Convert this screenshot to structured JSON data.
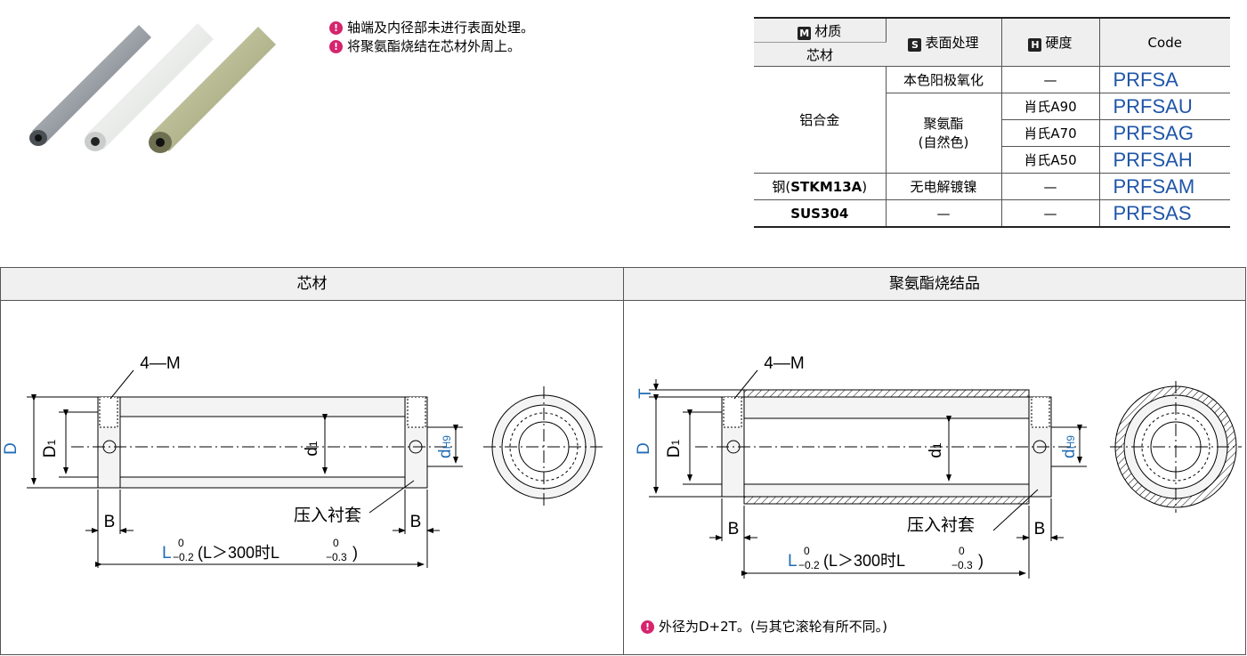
{
  "notes": [
    "轴端及内径部未进行表面处理。",
    "将聚氨酯烧结在芯材外周上。"
  ],
  "table": {
    "hdr_material_badge": "M",
    "hdr_material": "材质",
    "hdr_core": "芯材",
    "hdr_surface_badge": "S",
    "hdr_surface": "表面处理",
    "hdr_hardness_badge": "H",
    "hdr_hardness": "硬度",
    "hdr_code": "Code",
    "mat_al": "铝合金",
    "mat_steel_prefix": "钢(",
    "mat_steel_bold": "STKM13A",
    "mat_steel_suffix": ")",
    "mat_sus": "SUS304",
    "surf_anod": "本色阳极氧化",
    "surf_pu_1": "聚氨酯",
    "surf_pu_2": "(自然色)",
    "surf_ni": "无电解镀镍",
    "dash": "—",
    "hard_90": "肖氏A90",
    "hard_70": "肖氏A70",
    "hard_50": "肖氏A50",
    "codes": [
      "PRFSA",
      "PRFSAU",
      "PRFSAG",
      "PRFSAH",
      "PRFSAM",
      "PRFSAS"
    ]
  },
  "section_left": "芯材",
  "section_right": "聚氨酯烧结品",
  "dims": {
    "m4": "4—M",
    "D": "D",
    "D1": "D",
    "D1_sub": "1",
    "d1": "d",
    "d1_sub": "1",
    "dH9": "d",
    "dH9_sub": "H9",
    "B": "B",
    "T": "T",
    "press": "压入衬套",
    "L": "L",
    "L_up": "0",
    "L_low": "−0.2",
    "L_mid": "(L＞300时L",
    "L_up2": "0",
    "L_low2": "−0.3",
    "L_end": ")"
  },
  "footnote": "外径为D+2T。(与其它滚轮有所不同。)",
  "colors": {
    "code": "#1f56a8",
    "dim_blue": "#1f6bb5",
    "note_icon": "#d6246e"
  }
}
